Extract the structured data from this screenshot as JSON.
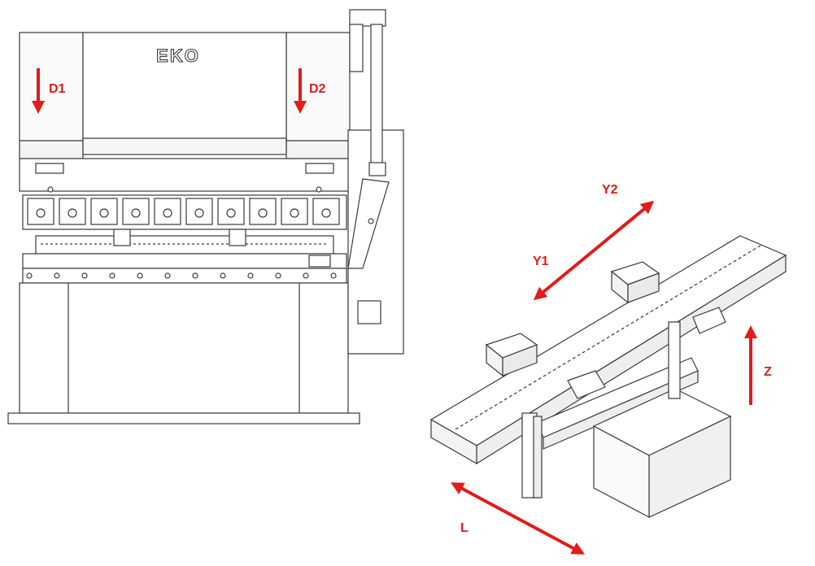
{
  "brand": {
    "logo_text": "EKO"
  },
  "colors": {
    "arrow": "#e21b1b",
    "line": "#3a3a3a",
    "fill": "#f7f7f7",
    "shade": "#d8d8d8"
  },
  "axes": {
    "d1": "D1",
    "d2": "D2",
    "y1": "Y1",
    "y2": "Y2",
    "z": "Z",
    "l": "L"
  },
  "icons": [
    "arrow-down-icon",
    "double-arrow-icon",
    "arrow-up-icon"
  ]
}
